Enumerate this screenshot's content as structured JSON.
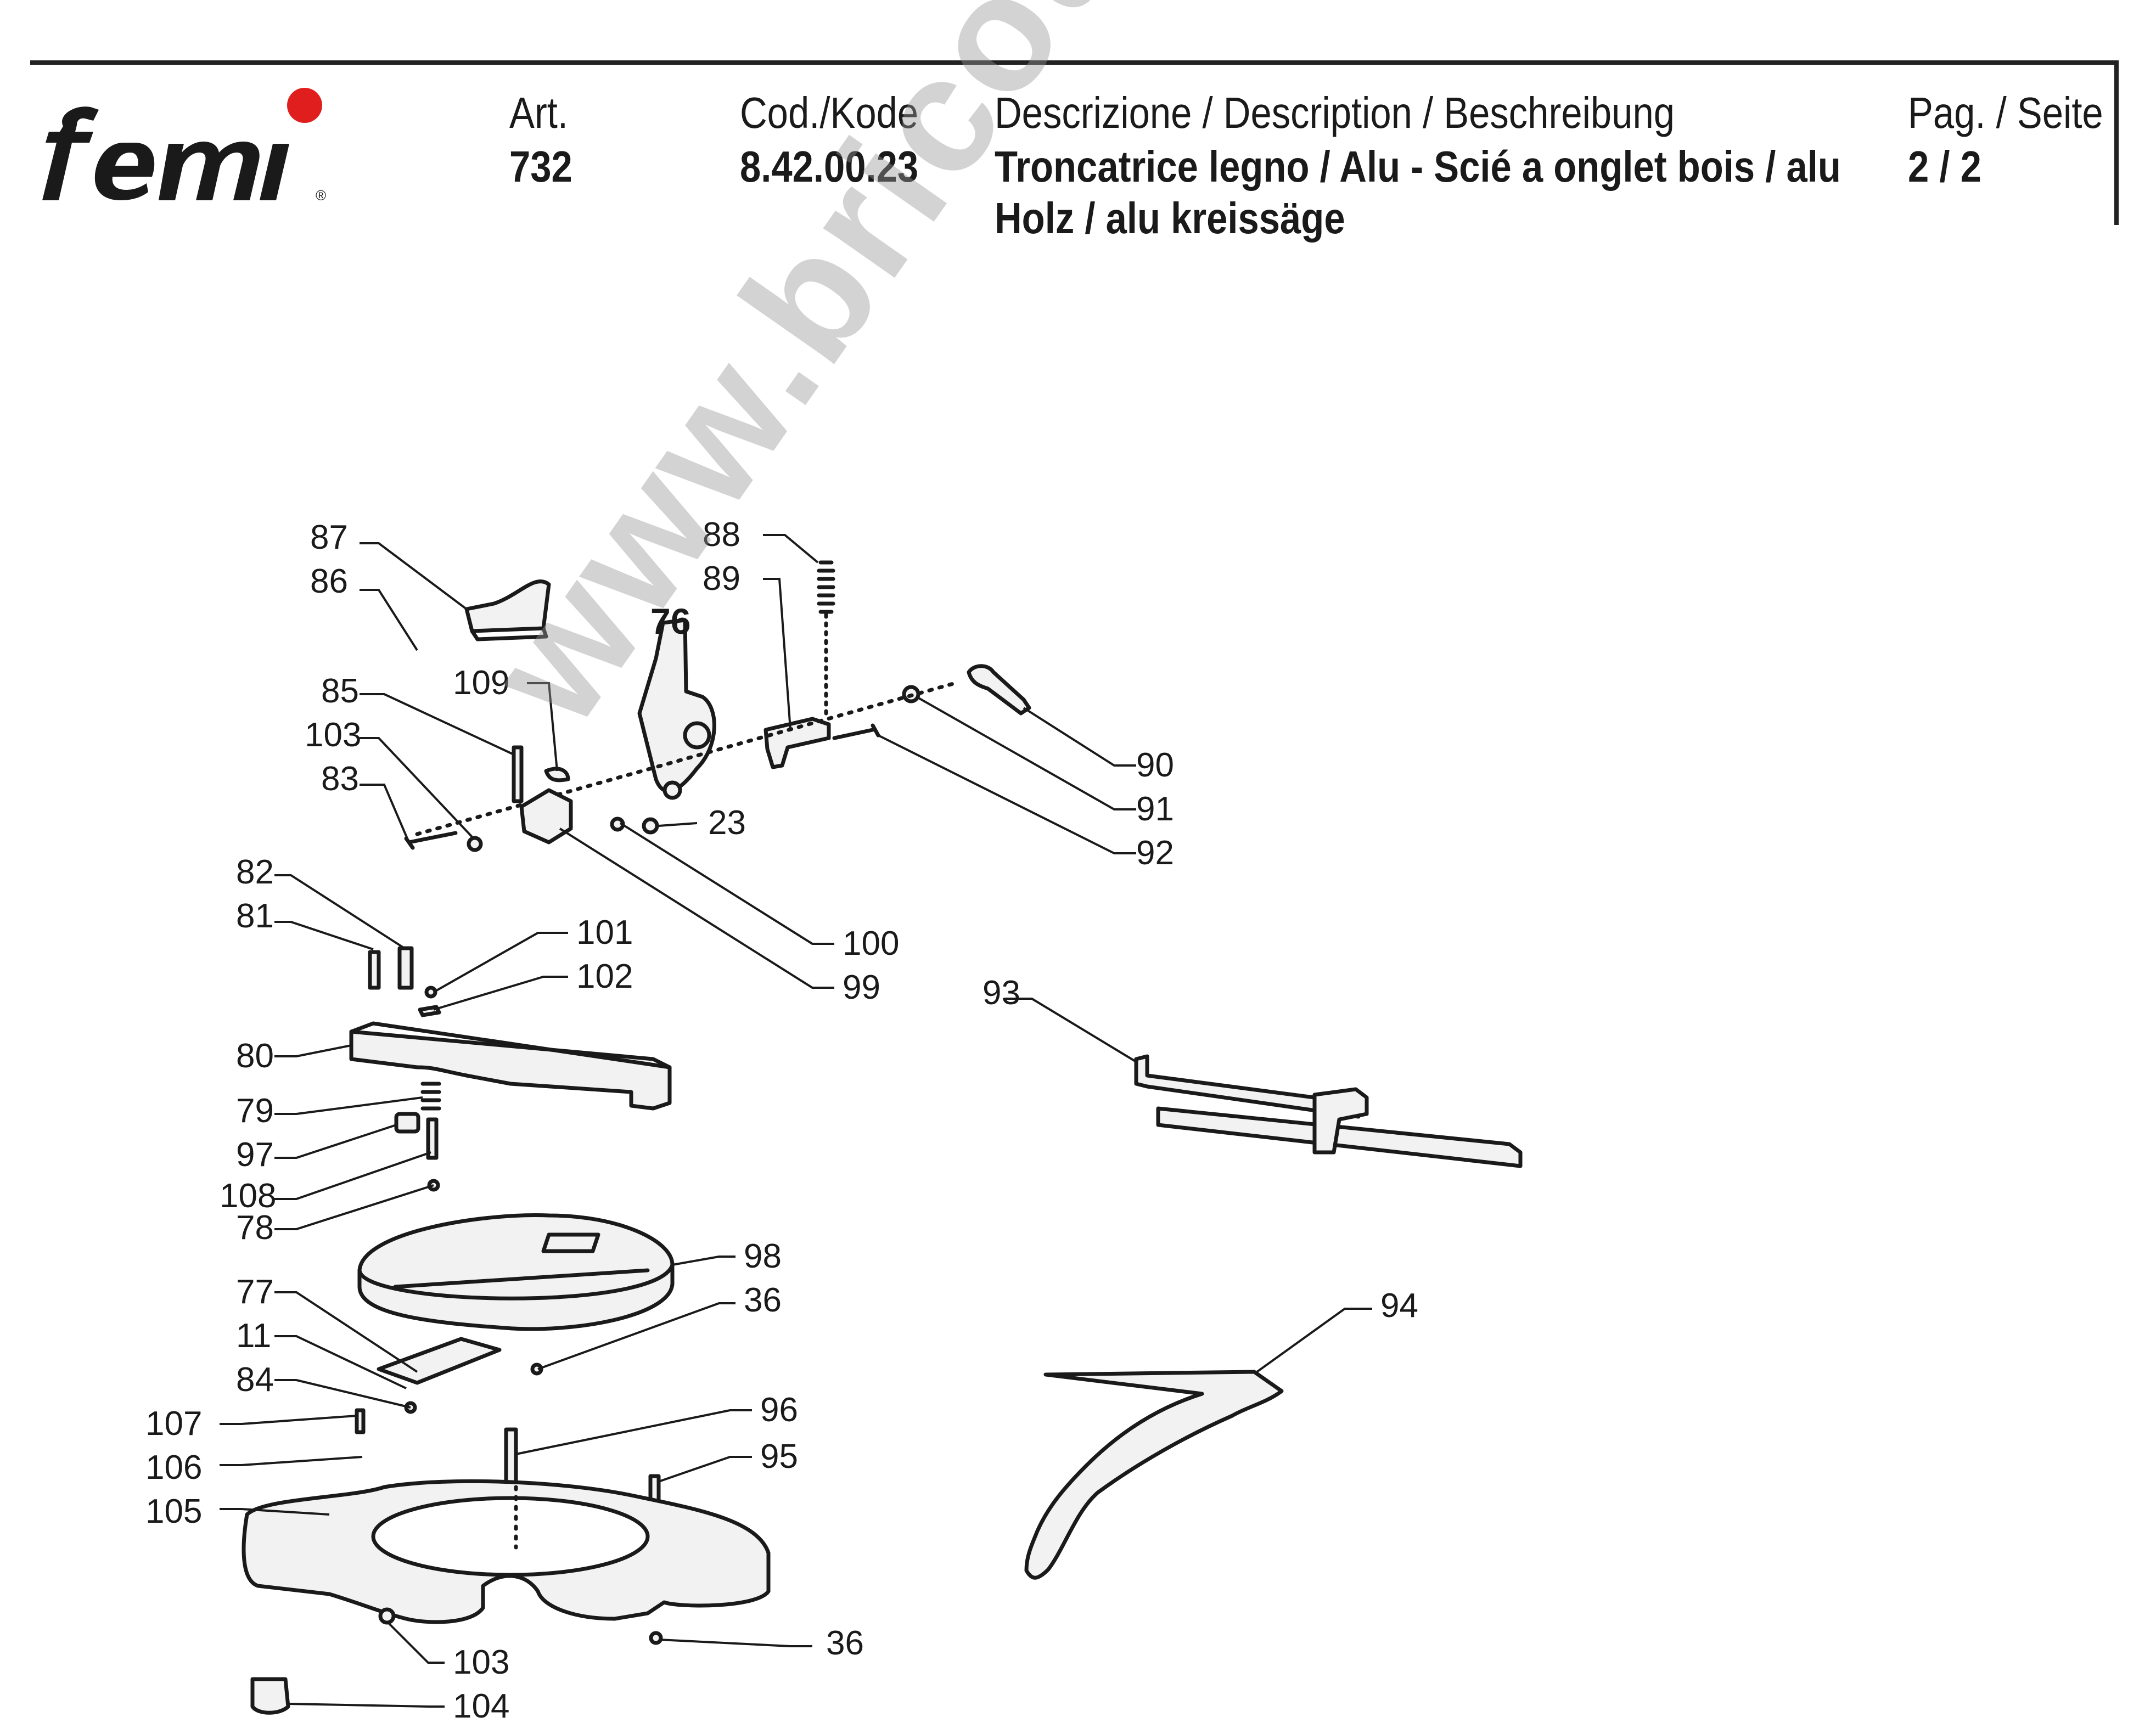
{
  "header": {
    "logo_text": "femi",
    "art_label": "Art.",
    "art_value": "732",
    "code_label": "Cod./Kode",
    "code_value": "8.42.00.23",
    "desc_label": "Descrizione / Description / Beschreibung",
    "desc_line1": "Troncatrice legno / Alu - Scié a onglet bois / alu",
    "desc_line2": "Holz / alu kreissäge",
    "page_label": "Pag. / Seite",
    "page_value": "2 / 2"
  },
  "watermark": "www.bricoutensili.com",
  "colors": {
    "logo_dot": "#e01e1e",
    "ink": "#1a1a1a",
    "part_fill": "#f2f2f2"
  },
  "parts": {
    "p76": "76",
    "p87": "87",
    "p86": "86",
    "p88": "88",
    "p89": "89",
    "p85": "85",
    "p109": "109",
    "p103a": "103",
    "p83": "83",
    "p23": "23",
    "p90": "90",
    "p91": "91",
    "p92": "92",
    "p82": "82",
    "p81": "81",
    "p101": "101",
    "p102": "102",
    "p100": "100",
    "p99": "99",
    "p93": "93",
    "p80": "80",
    "p79": "79",
    "p97": "97",
    "p108": "108",
    "p78": "78",
    "p98": "98",
    "p36a": "36",
    "p77": "77",
    "p11": "11",
    "p84": "84",
    "p94": "94",
    "p107": "107",
    "p96": "96",
    "p106": "106",
    "p95": "95",
    "p105": "105",
    "p36b": "36",
    "p103b": "103",
    "p104": "104"
  }
}
